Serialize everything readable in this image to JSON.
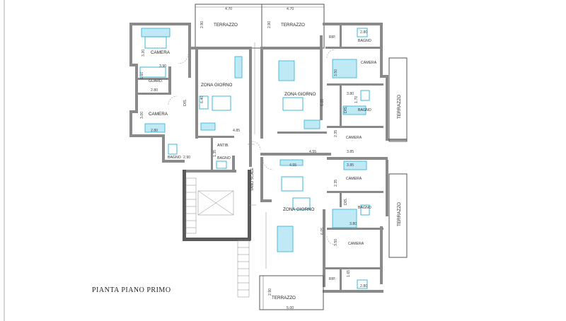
{
  "title": "PIANTA PIANO PRIMO",
  "colors": {
    "wall": "#8a8a8a",
    "furniture": "#2ab0d6",
    "furniture_fill": "#bfe9f5",
    "label": "#222222"
  },
  "rooms": {
    "terrazzo_top_left": "TERRAZZO",
    "terrazzo_top_right": "TERRAZZO",
    "terrazzo_bottom": "TERRAZZO",
    "terrazzo_right_top": "TERRAZZO",
    "terrazzo_right_bottom": "TERRAZZO",
    "camera_left_top": "CAMERA",
    "camera_left_bottom": "CAMERA",
    "guard": "GUARD.",
    "zona_giorno_left": "ZONA GIORNO",
    "zona_giorno_right": "ZONA GIORNO",
    "zona_giorno_bottom": "ZONA GIORNO",
    "dis_left": "DIS.",
    "dis_right_top": "DIS.",
    "dis_right_bottom": "DIS.",
    "antib": "ANTIB.",
    "bagno_left": "BAGNO",
    "bagno_center": "BAGNO",
    "bagno_right_top": "BAGNO",
    "bagno_right_mid": "BAGNO",
    "bagno_right_low": "BAGNO",
    "camera_right_1": "CAMERA",
    "camera_right_2": "CAMERA",
    "camera_right_3": "CAMERA",
    "camera_right_4": "CAMERA",
    "rip_top": "RIP.",
    "rip_bottom": "RIP.",
    "vano_scale": "VANO SCALE"
  },
  "dimensions": {
    "top_left_width": "4.70",
    "top_right_width": "4.70",
    "terr_left_depth": "2.90",
    "terr_right_depth": "2.90",
    "camera_left_top_h": "3.20",
    "guard_w": "3.90",
    "guard_h": "1.60",
    "guard_bottom_w": "2.80",
    "camera_left_bottom_h": "3.00",
    "camera_left_bottom_w": "2.80",
    "bagno_left_w": "2.90",
    "zona_left_depth": "6.40",
    "stair_landing": "4.85",
    "bagno_center_h": "1.35",
    "rip_top_w": "2.80",
    "camera_r1_h": "3.50",
    "bagno_r1_w": "3.80",
    "bagno_r1_h": "1.70",
    "zona_right_depth": "6.05",
    "camera_r2_h": "2.35",
    "kitchen_r_w": "4.55",
    "camera_r2_w": "3.85",
    "kitchen_b_w": "4.55",
    "camera_r3_w": "3.85",
    "camera_r3_h": "2.35",
    "bagno_r2_w": "3.80",
    "zona_bottom_depth": "6.05",
    "camera_r4_h": "3.50",
    "rip_bottom_h": "1.65",
    "rip_bottom_w": "2.80",
    "terr_bottom_depth": "2.90",
    "terr_bottom_width": "5.00"
  }
}
